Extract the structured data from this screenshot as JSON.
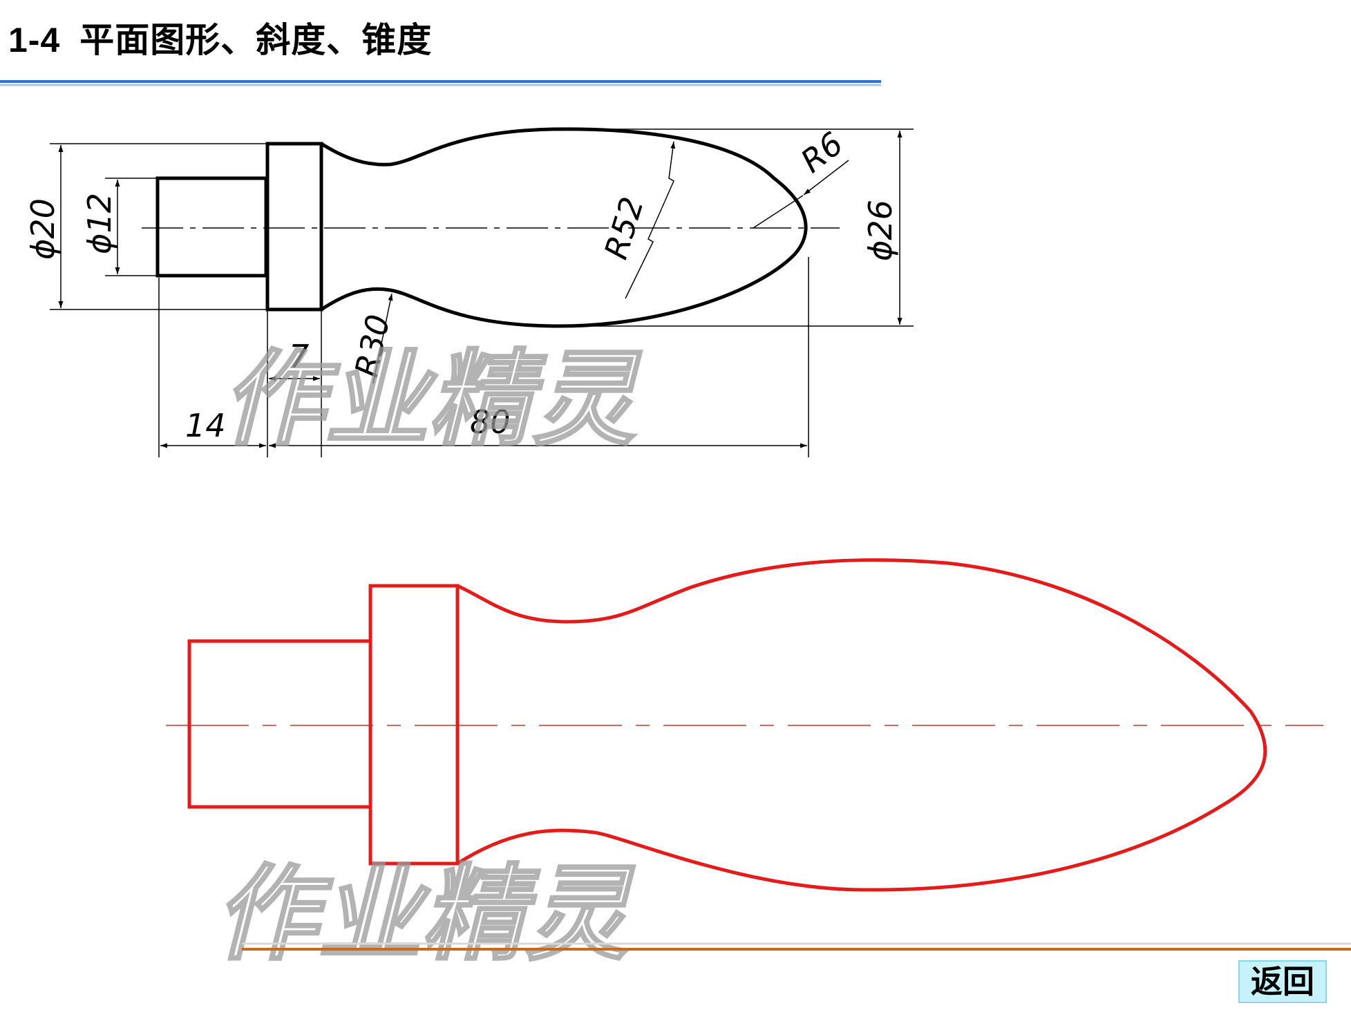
{
  "header": {
    "number": "1-4",
    "title": "平面图形、斜度、锥度"
  },
  "technical_drawing": {
    "dimensions": {
      "outer_diameter_left": "ϕ20",
      "inner_diameter": "ϕ12",
      "max_diameter": "ϕ26",
      "big_radius": "R52",
      "tip_radius": "R6",
      "neck_radius": "R30",
      "collar_width": "7",
      "shank_length": "14",
      "total_length": "80"
    }
  },
  "watermark": {
    "text": "作业精灵"
  },
  "colors": {
    "answer_outline": "#e31b1b",
    "header_rule": "#2f6fd8",
    "footer_rule": "#c86a1e",
    "button_bg": "#c8f2fa"
  },
  "footer": {
    "back_label": "返回"
  }
}
